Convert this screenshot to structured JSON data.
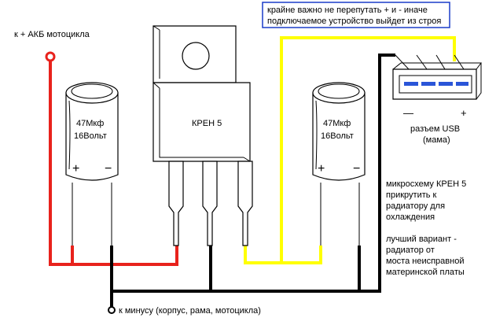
{
  "title_note": {
    "line1": "крайне важно не перепутать + и - иначе",
    "line2": "подключаемое устройство выйдет из строя"
  },
  "battery_label": "к + АКБ мотоцикла",
  "ground_label": "к минусу (корпус, рама, мотоцикла)",
  "capacitor_left": {
    "line1": "47Мкф",
    "line2": "16Вольт",
    "plus": "+",
    "minus": "−"
  },
  "capacitor_right": {
    "line1": "47Мкф",
    "line2": "16Вольт",
    "plus": "+",
    "minus": "−"
  },
  "regulator_label": "КРЕН 5",
  "usb": {
    "label_line1": "разъем USB",
    "label_line2": "(мама)",
    "minus": "—",
    "plus": "+"
  },
  "note_radiator": [
    "микросхему КРЕН 5",
    "прикрутить к",
    "радиатору для",
    "охлаждения"
  ],
  "note_best": [
    "лучший вариант -",
    "радиатор от",
    "моста неисправной",
    "материнской платы"
  ],
  "colors": {
    "positive_wire": "#e8221c",
    "output_wire": "#ffff00",
    "ground_wire": "#000000",
    "usb_pins": "#2a55d8",
    "note_border": "#1a3cc8"
  }
}
